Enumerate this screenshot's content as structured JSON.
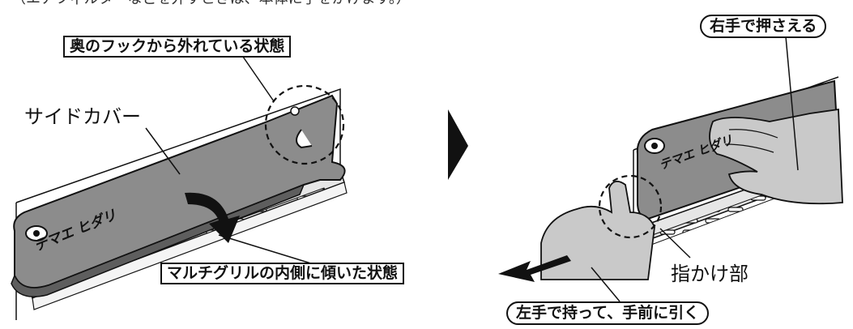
{
  "header_partial": "（エアフィルターなどを外すときは、本体に手をかけます。）",
  "left_panel": {
    "callout_top": "奥のフックから外れている状態",
    "label_side_cover": "サイドカバー",
    "cover_marking": "テマエ ヒダリ",
    "callout_bottom": "マルチグリルの内側に傾いた状態"
  },
  "right_panel": {
    "callout_top": "右手で押さえる",
    "cover_marking": "テマエ ヒダリ",
    "label_finger_grip": "指かけ部",
    "callout_bottom": "左手で持って、手前に引く"
  },
  "colors": {
    "cover_gray": "#8c8c8c",
    "cover_dark": "#5e5e5e",
    "hand_gray": "#c9c9c9",
    "line": "#111111"
  },
  "icons": {
    "step_arrow": "right-triangle-icon",
    "rotate_arrow": "curved-arrow-down-icon",
    "pull_arrow": "arrow-left-icon"
  }
}
